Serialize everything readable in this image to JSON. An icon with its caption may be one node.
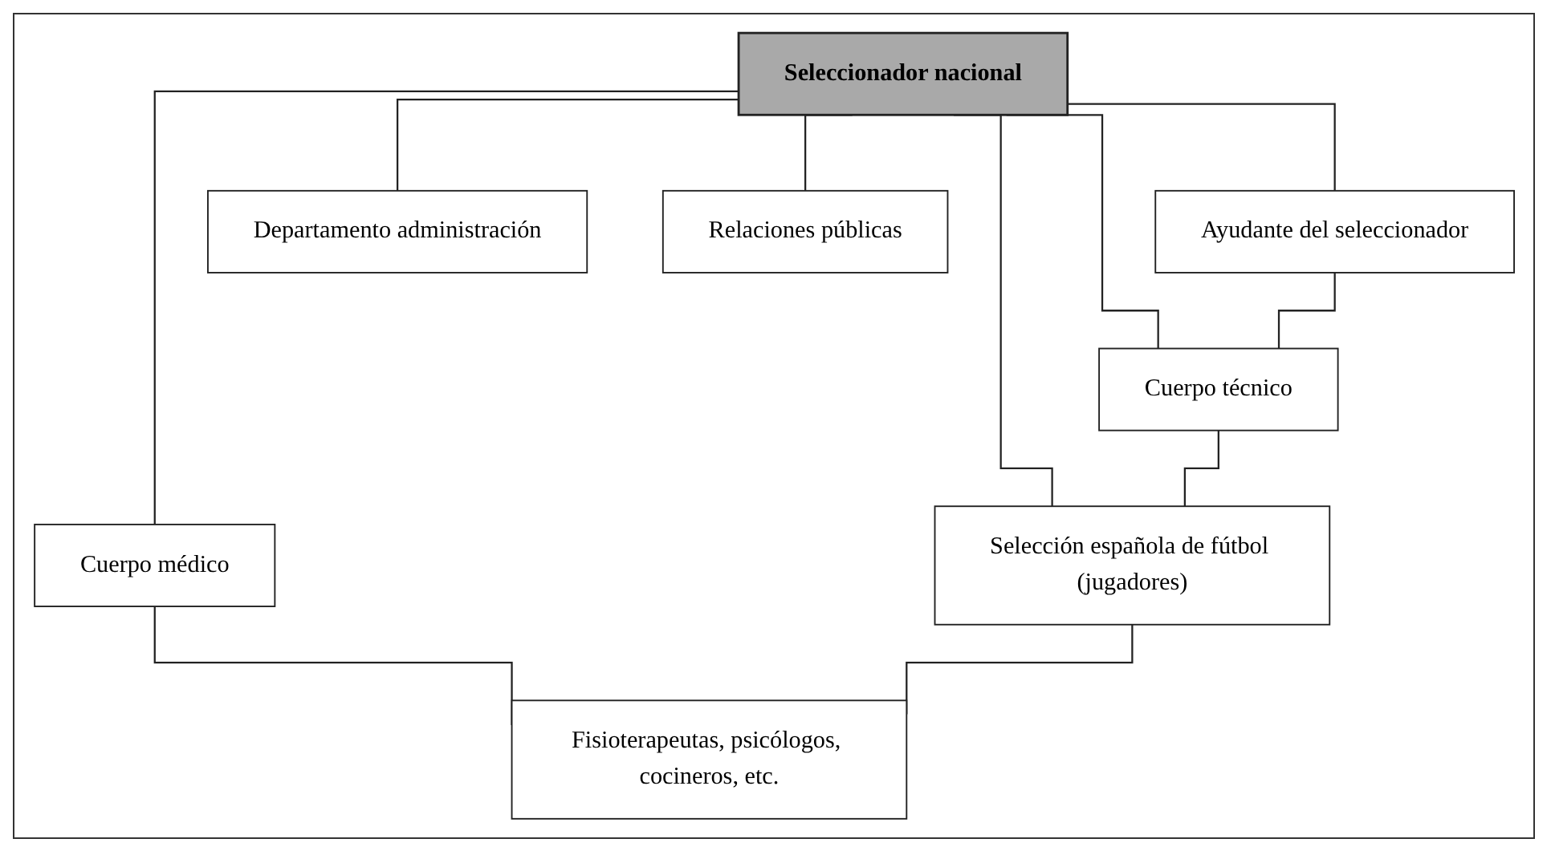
{
  "diagram": {
    "nodes": [
      {
        "text": [
          "Seleccionador nacional"
        ]
      },
      {
        "text": [
          "Ayudante del seleccionador"
        ]
      },
      {
        "text": [
          "Cuerpo médico"
        ]
      },
      {
        "text": [
          "Cuerpo técnico"
        ]
      },
      {
        "text": [
          "Departamento administración"
        ]
      },
      {
        "text": [
          "Relaciones públicas"
        ]
      },
      {
        "text": [
          "Selección española de fútbol (jugadores)"
        ]
      },
      {
        "text": [
          "Fisioterapeutas, psicólogos, cocineros, etc."
        ]
      }
    ],
    "edges": [
      {
        "from": 0,
        "to": 1,
        "arrow": "none"
      },
      {
        "from": 0,
        "to": 2,
        "arrow": "none"
      },
      {
        "from": 0,
        "to": 3,
        "arrow": "none"
      },
      {
        "from": 0,
        "to": 4,
        "arrow": "none"
      },
      {
        "from": 0,
        "to": 5,
        "arrow": "none"
      },
      {
        "from": 0,
        "to": 6,
        "arrow": "none"
      },
      {
        "from": 1,
        "to": 3,
        "arrow": "none"
      },
      {
        "from": 3,
        "to": 6,
        "arrow": "none"
      },
      {
        "from": 2,
        "to": 7,
        "arrow": "none"
      },
      {
        "from": 6,
        "to": 7,
        "arrow": "none"
      }
    ]
  }
}
